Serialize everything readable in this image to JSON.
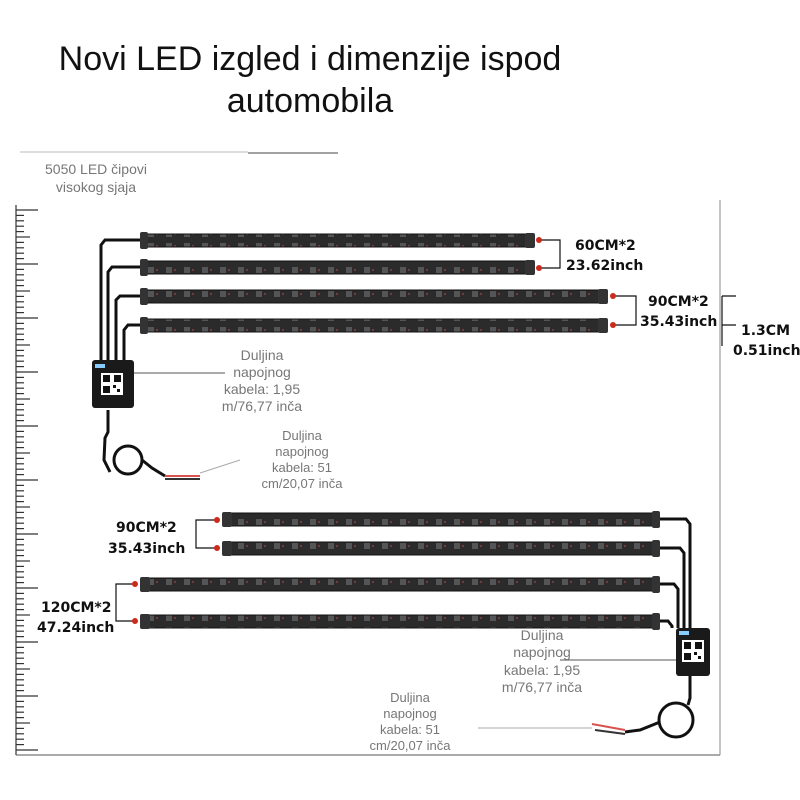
{
  "title": {
    "line1": "Novi LED izgled i dimenzije ispod",
    "line2": "automobila"
  },
  "chip_label": {
    "line1": "5050 LED čipovi",
    "line2": "visokog sjaja"
  },
  "top_set": {
    "dim_60": {
      "cm": "60CM*2",
      "inch": "23.62inch"
    },
    "dim_90": {
      "cm": "90CM*2",
      "inch": "35.43inch"
    },
    "width": {
      "cm": "1.3CM",
      "inch": "0.51inch"
    },
    "power_cable": {
      "l1": "Duljina",
      "l2": "napojnog",
      "l3": "kabela: 1,95",
      "l4": "m/76,77 inča"
    },
    "power_cable_short": {
      "l1": "Duljina",
      "l2": "napojnog",
      "l3": "kabela: 51",
      "l4": "cm/20,07 inča"
    }
  },
  "bottom_set": {
    "dim_90": {
      "cm": "90CM*2",
      "inch": "35.43inch"
    },
    "dim_120": {
      "cm": "120CM*2",
      "inch": "47.24inch"
    },
    "power_cable": {
      "l1": "Duljina",
      "l2": "napojnog",
      "l3": "kabela: 1,95",
      "l4": "m/76,77 inča"
    },
    "power_cable_short": {
      "l1": "Duljina",
      "l2": "napojnog",
      "l3": "kabela: 51",
      "l4": "cm/20,07 inča"
    }
  },
  "colors": {
    "strip": "#2a2a2a",
    "cable": "#111111",
    "red_dot": "#cc2a1a",
    "wire_red": "#d9534f",
    "ruler": "#333333"
  }
}
